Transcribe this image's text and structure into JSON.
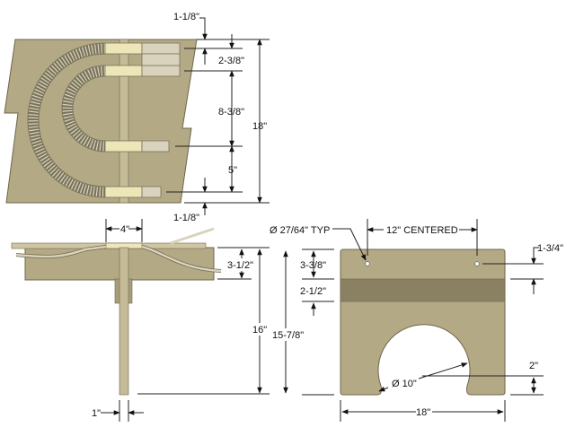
{
  "top_view": {
    "dims": [
      "1-1/8\"",
      "2-3/8\"",
      "8-3/8\"",
      "5\"",
      "18\"",
      "1-1/8\""
    ]
  },
  "side_view": {
    "dims": [
      "4\"",
      "3-1/2\"",
      "16\"",
      "1\""
    ]
  },
  "front_view": {
    "dims": [
      "Ø 27/64\" TYP",
      "12\" CENTERED",
      "1-3/4\"",
      "3-3/8\"",
      "2-1/2\"",
      "15-7/8\"",
      "2\"",
      "Ø 10\"",
      "18\""
    ]
  },
  "colors": {
    "board": "#b3a985",
    "band": "#8a8162",
    "track": "#d9d3bd",
    "roadbed": "#ece6b8"
  }
}
